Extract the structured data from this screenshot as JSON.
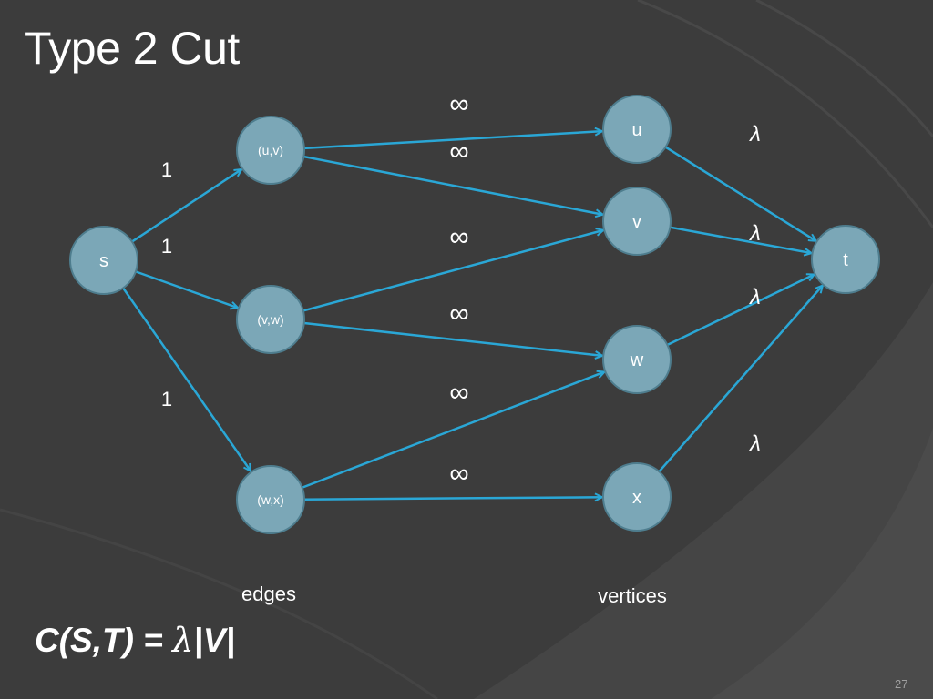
{
  "slide": {
    "title": "Type 2 Cut",
    "formula": {
      "prefix": "C(S,T) = ",
      "lambda": "λ",
      "suffix": "|V|"
    },
    "page_number": "27"
  },
  "diagram": {
    "nodes": [
      {
        "id": "s",
        "label": "s"
      },
      {
        "id": "uv",
        "label": "(u,v)"
      },
      {
        "id": "vw",
        "label": "(v,w)"
      },
      {
        "id": "wx",
        "label": "(w,x)"
      },
      {
        "id": "u",
        "label": "u"
      },
      {
        "id": "v",
        "label": "v"
      },
      {
        "id": "w",
        "label": "w"
      },
      {
        "id": "x",
        "label": "x"
      },
      {
        "id": "t",
        "label": "t"
      }
    ],
    "edges": [
      {
        "from": "s",
        "to": "uv",
        "label": "1"
      },
      {
        "from": "s",
        "to": "vw",
        "label": "1"
      },
      {
        "from": "s",
        "to": "wx",
        "label": "1"
      },
      {
        "from": "uv",
        "to": "u",
        "label": "∞"
      },
      {
        "from": "uv",
        "to": "v",
        "label": "∞"
      },
      {
        "from": "vw",
        "to": "v",
        "label": "∞"
      },
      {
        "from": "vw",
        "to": "w",
        "label": "∞"
      },
      {
        "from": "wx",
        "to": "w",
        "label": "∞"
      },
      {
        "from": "wx",
        "to": "x",
        "label": "∞"
      },
      {
        "from": "u",
        "to": "t",
        "label": "λ"
      },
      {
        "from": "v",
        "to": "t",
        "label": "λ"
      },
      {
        "from": "w",
        "to": "t",
        "label": "λ"
      },
      {
        "from": "x",
        "to": "t",
        "label": "λ"
      }
    ],
    "column_labels": {
      "edges": "edges",
      "vertices": "vertices"
    },
    "colors": {
      "background": "#3c3c3c",
      "node_fill": "#7ba7b7",
      "node_stroke": "#4e7d8e",
      "edge": "#2aa7d6",
      "text": "#ffffff"
    }
  }
}
